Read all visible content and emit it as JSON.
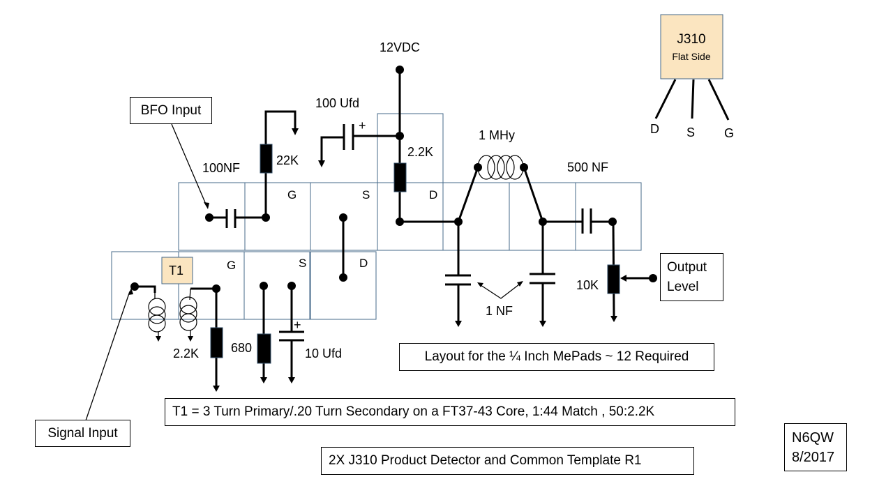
{
  "title": "2X J310 Product Detector and Common Template R1",
  "author": {
    "callsign": "N6QW",
    "date": "8/2017"
  },
  "notes": {
    "layout": "Layout for the ¼ Inch MePads ~ 12 Required",
    "transformer": "T1 = 3 Turn Primary/.20 Turn Secondary on a FT37-43 Core,  1:44 Match , 50:2.2K"
  },
  "callouts": {
    "bfo_input": "BFO Input",
    "signal_input": "Signal Input",
    "output_level_line1": "Output",
    "output_level_line2": "Level"
  },
  "supply": {
    "label": "12VDC"
  },
  "components": {
    "c_bfo": "100NF",
    "r_gate_upper": "22K",
    "c_bypass": "100 Ufd",
    "c_bypass_polarity": "+",
    "r_drain": "2.2K",
    "l_choke": "1 MHy",
    "c_output": "500 NF",
    "c_filter": "1 NF",
    "r_volume": "10K",
    "t1_label": "T1",
    "r_gate_lower": "2.2K",
    "r_source": "680",
    "c_source": "10 Ufd",
    "c_source_polarity": "+"
  },
  "pad_labels": {
    "upper_g": "G",
    "upper_s": "S",
    "upper_d": "D",
    "lower_g": "G",
    "lower_s": "S",
    "lower_d": "D"
  },
  "pinout": {
    "device": "J310",
    "note": "Flat Side",
    "pins": [
      "D",
      "S",
      "G"
    ]
  }
}
